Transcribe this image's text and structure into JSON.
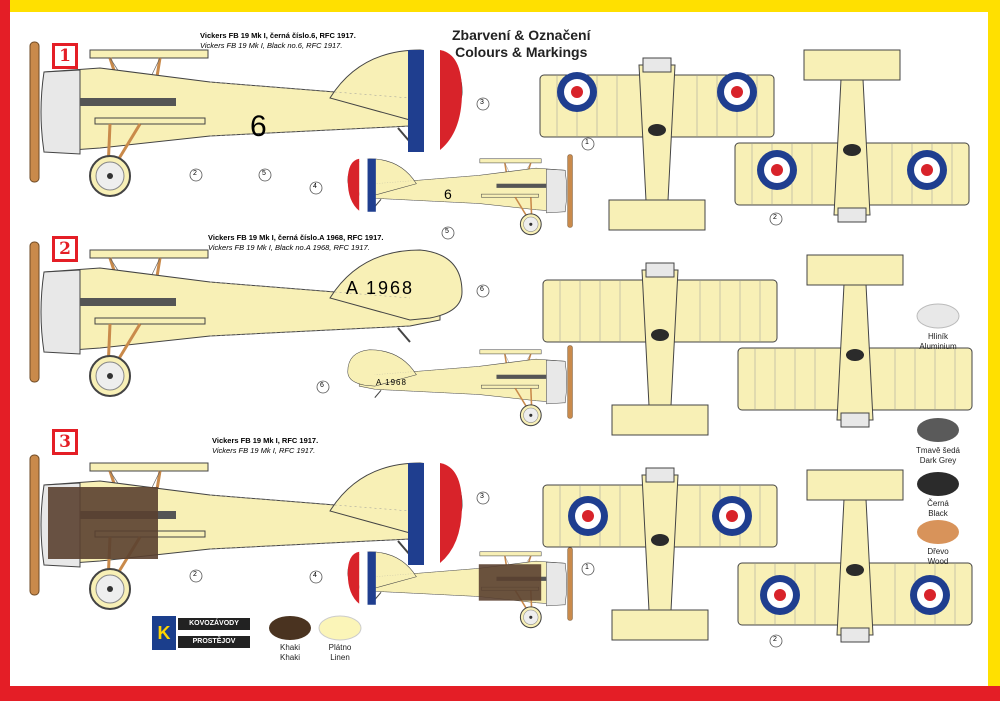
{
  "header": {
    "title_cz": "Zbarvení & Označení",
    "title_en": "Colours & Markings"
  },
  "variants": [
    {
      "number": "1",
      "caption_cz": "Vickers FB 19 Mk I, černá číslo.6, RFC 1917.",
      "caption_en": "Vickers FB 19 Mk I, Black no.6, RFC 1917.",
      "fuselage_marking": "6"
    },
    {
      "number": "2",
      "caption_cz": "Vickers FB 19 Mk I, černá číslo.A 1968, RFC 1917.",
      "caption_en": "Vickers FB 19 Mk I, Black no.A 1968, RFC 1917.",
      "fuselage_marking": "A 1968"
    },
    {
      "number": "3",
      "caption_cz": "Vickers FB 19 Mk I,  RFC 1917.",
      "caption_en": "Vickers FB 19 Mk I,  RFC 1917.",
      "fuselage_marking": ""
    }
  ],
  "callouts": [
    "1",
    "2",
    "3",
    "4",
    "5",
    "6"
  ],
  "swatches": [
    {
      "cz": "Hliník",
      "en": "Aluminium",
      "color": "#e8e8e8"
    },
    {
      "cz": "Tmavě šedá",
      "en": "Dark Grey",
      "color": "#5a5a5a"
    },
    {
      "cz": "Černá",
      "en": "Black",
      "color": "#2b2b2b"
    },
    {
      "cz": "Dřevo",
      "en": "Wood",
      "color": "#d8935a"
    },
    {
      "cz": "Khaki",
      "en": "Khaki",
      "color": "#4a3320"
    },
    {
      "cz": "Plátno",
      "en": "Linen",
      "color": "#fbf5b8"
    }
  ],
  "logo": {
    "line1": "KOVOZÁVODY",
    "line2": "PROSTĚJOV",
    "mark": "K"
  },
  "colors": {
    "linen": "#f8f0b6",
    "roundel_blue": "#1f3e8f",
    "roundel_red": "#d8232a",
    "frame_yellow": "#ffe000",
    "frame_red": "#e41e26",
    "propeller_wood": "#c98a4b",
    "khaki": "#5a4030"
  }
}
